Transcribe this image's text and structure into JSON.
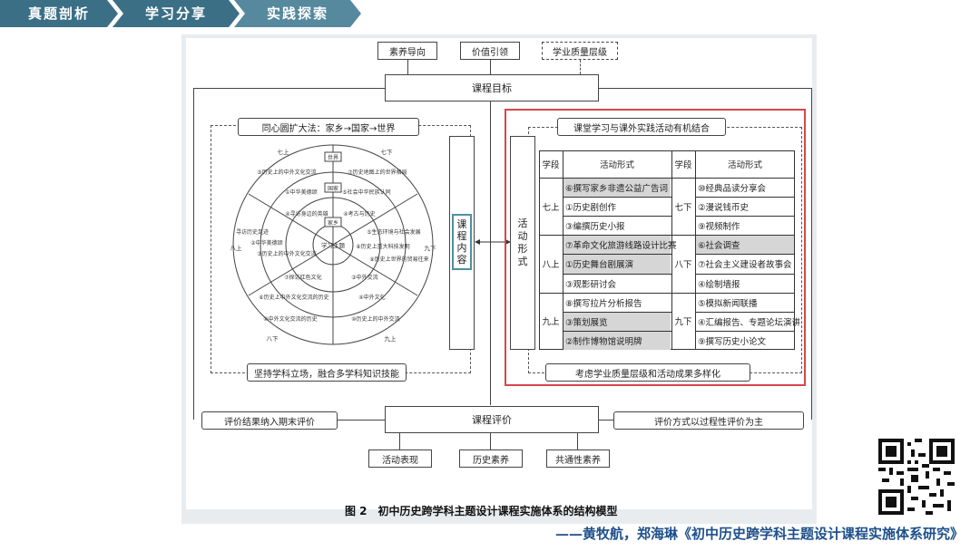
{
  "nav": {
    "tabs": [
      "真题剖析",
      "学习分享",
      "实践探索"
    ]
  },
  "figure": {
    "top_inputs": [
      "素养导向",
      "价值引领",
      "学业质量层级"
    ],
    "course_goal": "课程目标",
    "left_title": "同心圆扩大法：家乡→国家→世界",
    "left_bottom": "坚持学科立场，融合多学科知识技能",
    "course_content": "课程内容",
    "activity_form": "活动形式",
    "right_title": "课堂学习与课外实践活动有机结合",
    "right_bottom": "考虑学业质量层级和活动成果多样化",
    "eval": "课程评价",
    "eval_left": "评价结果纳入期末评价",
    "eval_right": "评价方式以过程性评价为主",
    "bottom_inputs": [
      "活动表现",
      "历史素养",
      "共通性素养"
    ],
    "circle": {
      "center": "学习主题",
      "rings": [
        "家乡",
        "国家",
        "世界"
      ],
      "sectors": {
        "top_left": [
          "③历史上的中外文化交流",
          "①中华美德颂",
          "④寻访身边的英雄"
        ],
        "top_right": [
          "⑦历史地图上的世界格局",
          "⑤社会中华民族认同",
          "④考古与历史"
        ],
        "left": [
          "②中华美德颂",
          "③历史上的中外文化交流",
          "寻访历史足迹"
        ],
        "right": [
          "⑤生态环境与社会发展",
          "⑧历史上重大科技发明",
          "⑨历史上世界的贸易往来"
        ],
        "bottom_left": [
          "⑦探访红色文化",
          "⑥历史上中外文化交流的历史",
          "⑩中外文化交流的历史"
        ],
        "bottom_right": [
          "③中外交流",
          "④中外文化",
          "⑩历史上的中外交流"
        ]
      },
      "grade_labels": [
        "七上",
        "七下",
        "八上",
        "九下",
        "八下",
        "九上"
      ]
    },
    "table": {
      "headers": [
        "学段",
        "活动形式",
        "学段",
        "活动形式"
      ],
      "rows": [
        {
          "grade_l": "七上",
          "items_l": [
            "⑥撰写家乡非遗公益广告词",
            "①历史剧创作",
            "③编撰历史小报"
          ],
          "hl_l": [
            true,
            false,
            false
          ],
          "grade_r": "七下",
          "items_r": [
            "⑩经典品读分享会",
            "②漫说钱币史",
            "⑨视频制作"
          ],
          "hl_r": [
            false,
            false,
            false
          ]
        },
        {
          "grade_l": "八上",
          "items_l": [
            "⑦革命文化旅游线路设计比赛",
            "①历史舞台剧展演",
            "③观影研讨会"
          ],
          "hl_l": [
            true,
            true,
            false
          ],
          "grade_r": "八下",
          "items_r": [
            "⑥社会调查",
            "⑦社会主义建设者故事会",
            "④绘制墙报"
          ],
          "hl_r": [
            true,
            false,
            false
          ]
        },
        {
          "grade_l": "九上",
          "items_l": [
            "⑧撰写拉片分析报告",
            "③策划展览",
            "②制作博物馆说明牌"
          ],
          "hl_l": [
            false,
            true,
            true
          ],
          "grade_r": "九下",
          "items_r": [
            "⑤模拟新闻联播",
            "④汇编报告、专题论坛演讲",
            "⑨撰写历史小论文"
          ],
          "hl_r": [
            false,
            false,
            false
          ]
        }
      ]
    },
    "caption": "图 2　初中历史跨学科主题设计课程实施体系的结构模型"
  },
  "citation": "——黄牧航，郑海琳《初中历史跨学科主题设计课程实施体系研究》",
  "colors": {
    "nav": "#3b6f86",
    "highlight_frame": "#d8454b",
    "citation": "#1d4f8a",
    "content_box": "#4f8fa0"
  }
}
